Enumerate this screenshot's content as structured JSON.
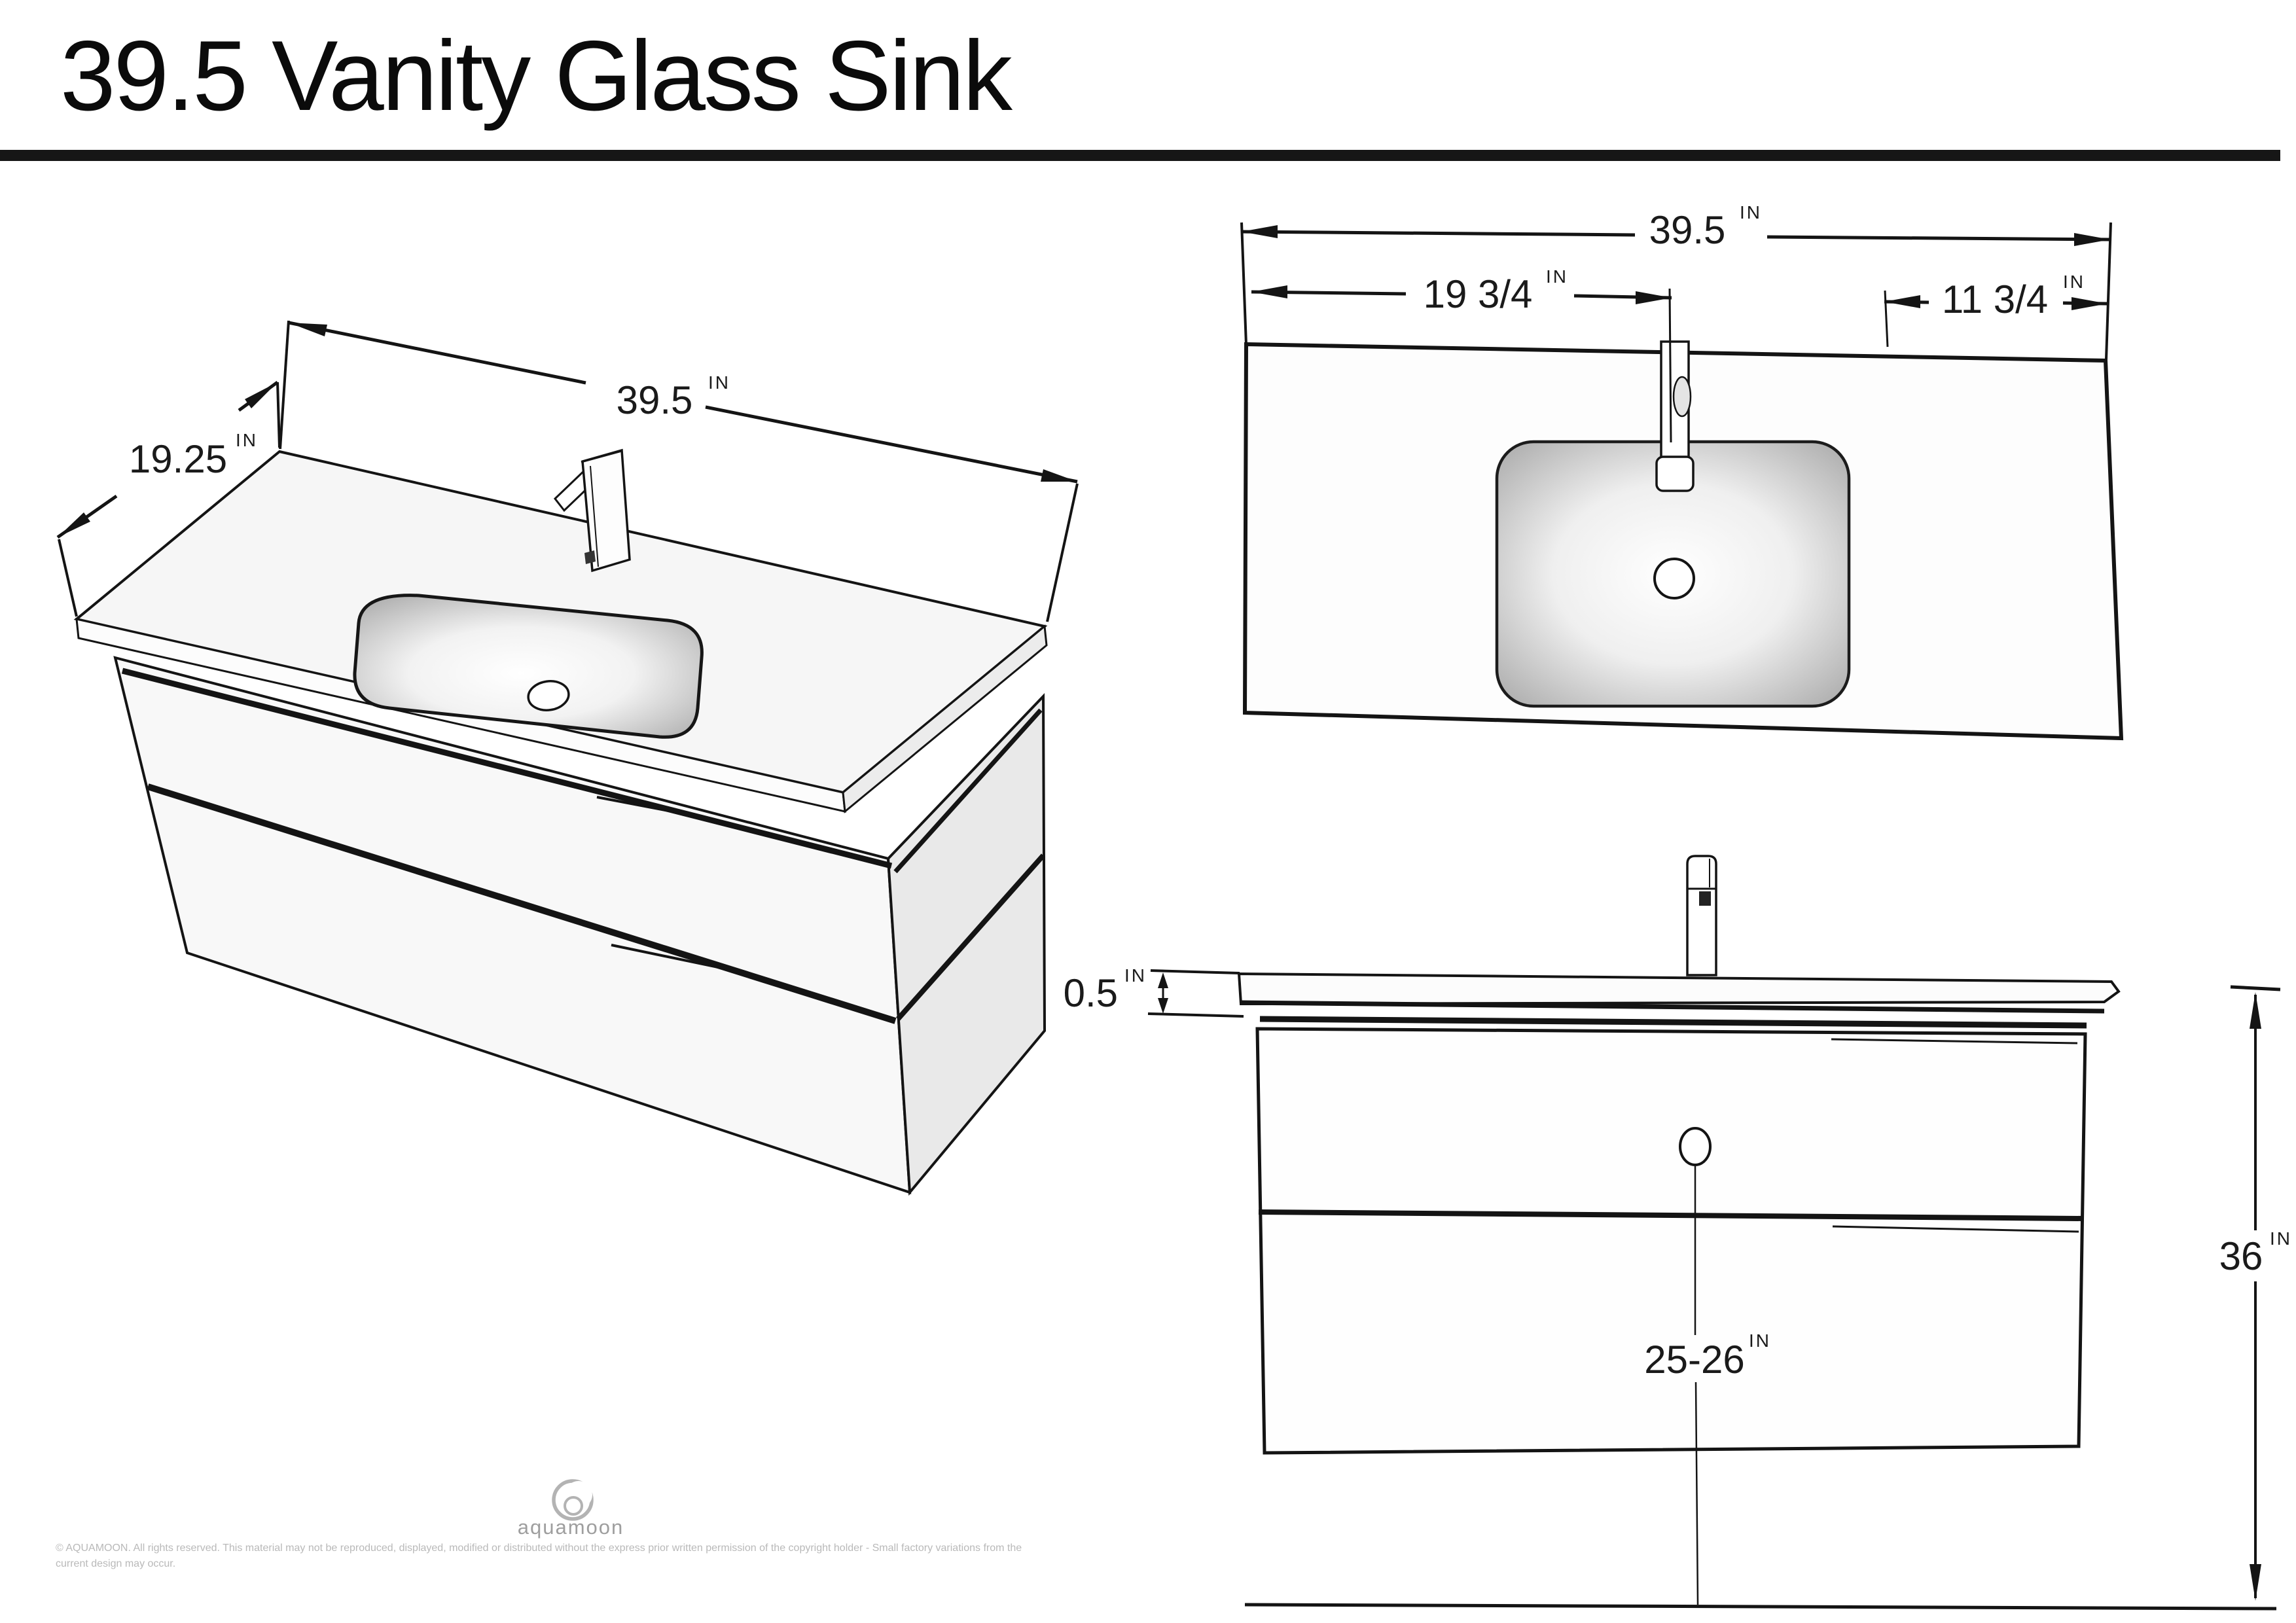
{
  "header": {
    "title": "39.5 Vanity Glass Sink"
  },
  "units": {
    "inch": "IN"
  },
  "perspective_view": {
    "width_value": "39.5",
    "depth_value": "19.25"
  },
  "top_view": {
    "width_value": "39.5",
    "left_to_faucet_value": "19 3/4",
    "right_section_value": "11 3/4"
  },
  "front_view": {
    "counter_thickness_value": "0.5",
    "total_height_value": "36",
    "drain_height_value": "25-26"
  },
  "footer": {
    "brand": "aquamoon",
    "copyright_line1": "© AQUAMOON. All rights reserved. This material may not be reproduced, displayed, modified or distributed without the express prior written permission of the copyright holder - Small factory variations from the",
    "copyright_line2": "current design may occur."
  },
  "colors": {
    "line": "#141414",
    "counter_fill": "#f6f6f6",
    "side_fill": "#e9e9e9",
    "basin_edge": "#a6a6a6",
    "brand_gray": "#9e9e9e"
  }
}
